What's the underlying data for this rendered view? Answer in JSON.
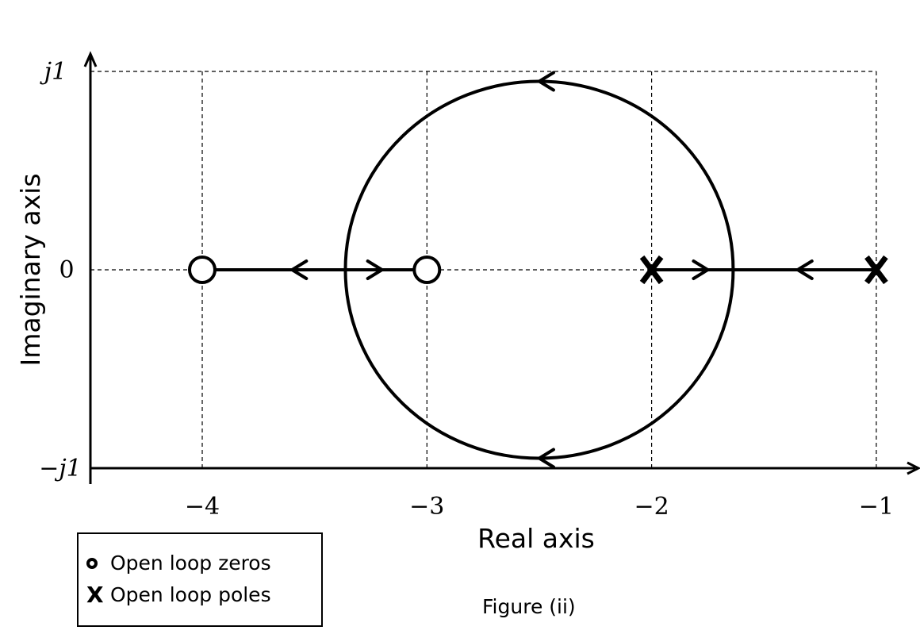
{
  "chart_data": {
    "type": "scatter",
    "xlabel": "Real axis",
    "ylabel": "Imaginary axis",
    "xlim": [
      -4.5,
      -0.8
    ],
    "ylim": [
      -1,
      1
    ],
    "x_ticks": [
      {
        "value": -4,
        "label": "−4"
      },
      {
        "value": -3,
        "label": "−3"
      },
      {
        "value": -2,
        "label": "−2"
      },
      {
        "value": -1,
        "label": "−1"
      }
    ],
    "y_ticks": [
      {
        "value": 1,
        "label": "j1"
      },
      {
        "value": 0,
        "label": "0"
      },
      {
        "value": -1,
        "label": "−j1"
      }
    ],
    "grid": "dashed at tick values",
    "zeros": [
      {
        "re": -4,
        "im": 0
      },
      {
        "re": -3,
        "im": 0
      }
    ],
    "poles": [
      {
        "re": -2,
        "im": 0
      },
      {
        "re": -1,
        "im": 0
      }
    ],
    "circle": {
      "center_re": -2.5,
      "center_im": 0,
      "radius": 0.87
    },
    "real_axis_segments": [
      {
        "from": -4,
        "to": -3
      },
      {
        "from": -2,
        "to": -1
      }
    ],
    "arrows": [
      {
        "re": -3.6,
        "im": 0,
        "direction": "left"
      },
      {
        "re": -3.2,
        "im": 0,
        "direction": "right"
      },
      {
        "re": -1.75,
        "im": 0,
        "direction": "right"
      },
      {
        "re": -1.35,
        "im": 0,
        "direction": "left"
      },
      {
        "re": -2.5,
        "im": 0.95,
        "direction": "left"
      },
      {
        "re": -2.5,
        "im": -0.95,
        "direction": "left"
      }
    ]
  },
  "legend": {
    "zeros_label": "Open loop zeros",
    "poles_label": "Open loop poles",
    "pole_symbol": "X"
  },
  "caption": "Figure (ii)",
  "colors": {
    "line": "#000000",
    "grid": "#000000",
    "background": "#ffffff"
  }
}
